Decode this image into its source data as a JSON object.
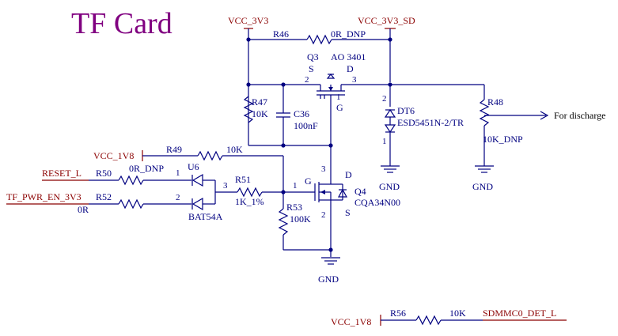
{
  "title": "TF Card",
  "nets": {
    "vcc_3v3": "VCC_3V3",
    "vcc_3v3_sd": "VCC_3V3_SD",
    "vcc_1v8_a": "VCC_1V8",
    "vcc_1v8_b": "VCC_1V8",
    "reset_l": "RESET_L",
    "tf_pwr_en": "TF_PWR_EN_3V3",
    "sdmmc0_det": "SDMMC0_DET_L",
    "gnd1": "GND",
    "gnd2": "GND",
    "gnd3": "GND",
    "discharge": "For discharge"
  },
  "parts": {
    "r46": {
      "ref": "R46",
      "value": "0R_DNP"
    },
    "q3": {
      "ref": "Q3",
      "value": "AO 3401",
      "pin_s": "S",
      "pin_d": "D",
      "pin_g": "G",
      "num2": "2",
      "num3": "3",
      "num1": "1"
    },
    "r47": {
      "ref": "R47",
      "value": "10K"
    },
    "c36": {
      "ref": "C36",
      "value": "100nF"
    },
    "dt6": {
      "ref": "DT6",
      "value": "ESD5451N-2/TR",
      "num2": "2",
      "num1": "1"
    },
    "r48": {
      "ref": "R48",
      "value": "10K_DNP"
    },
    "r49": {
      "ref": "R49",
      "value": "10K"
    },
    "u6": {
      "ref": "U6",
      "value": "BAT54A",
      "num1": "1",
      "num2": "2",
      "num3": "3"
    },
    "r50": {
      "ref": "R50",
      "value": "0R_DNP"
    },
    "r51": {
      "ref": "R51",
      "value": "1K_1%"
    },
    "r52": {
      "ref": "R52",
      "value": "0R"
    },
    "q4": {
      "ref": "Q4",
      "value": "CQA34N00",
      "pin_g": "G",
      "pin_d": "D",
      "pin_s": "S",
      "num1": "1",
      "num2": "2",
      "num3": "3"
    },
    "r53": {
      "ref": "R53",
      "value": "100K"
    },
    "r56": {
      "ref": "R56",
      "value": "10K"
    }
  }
}
